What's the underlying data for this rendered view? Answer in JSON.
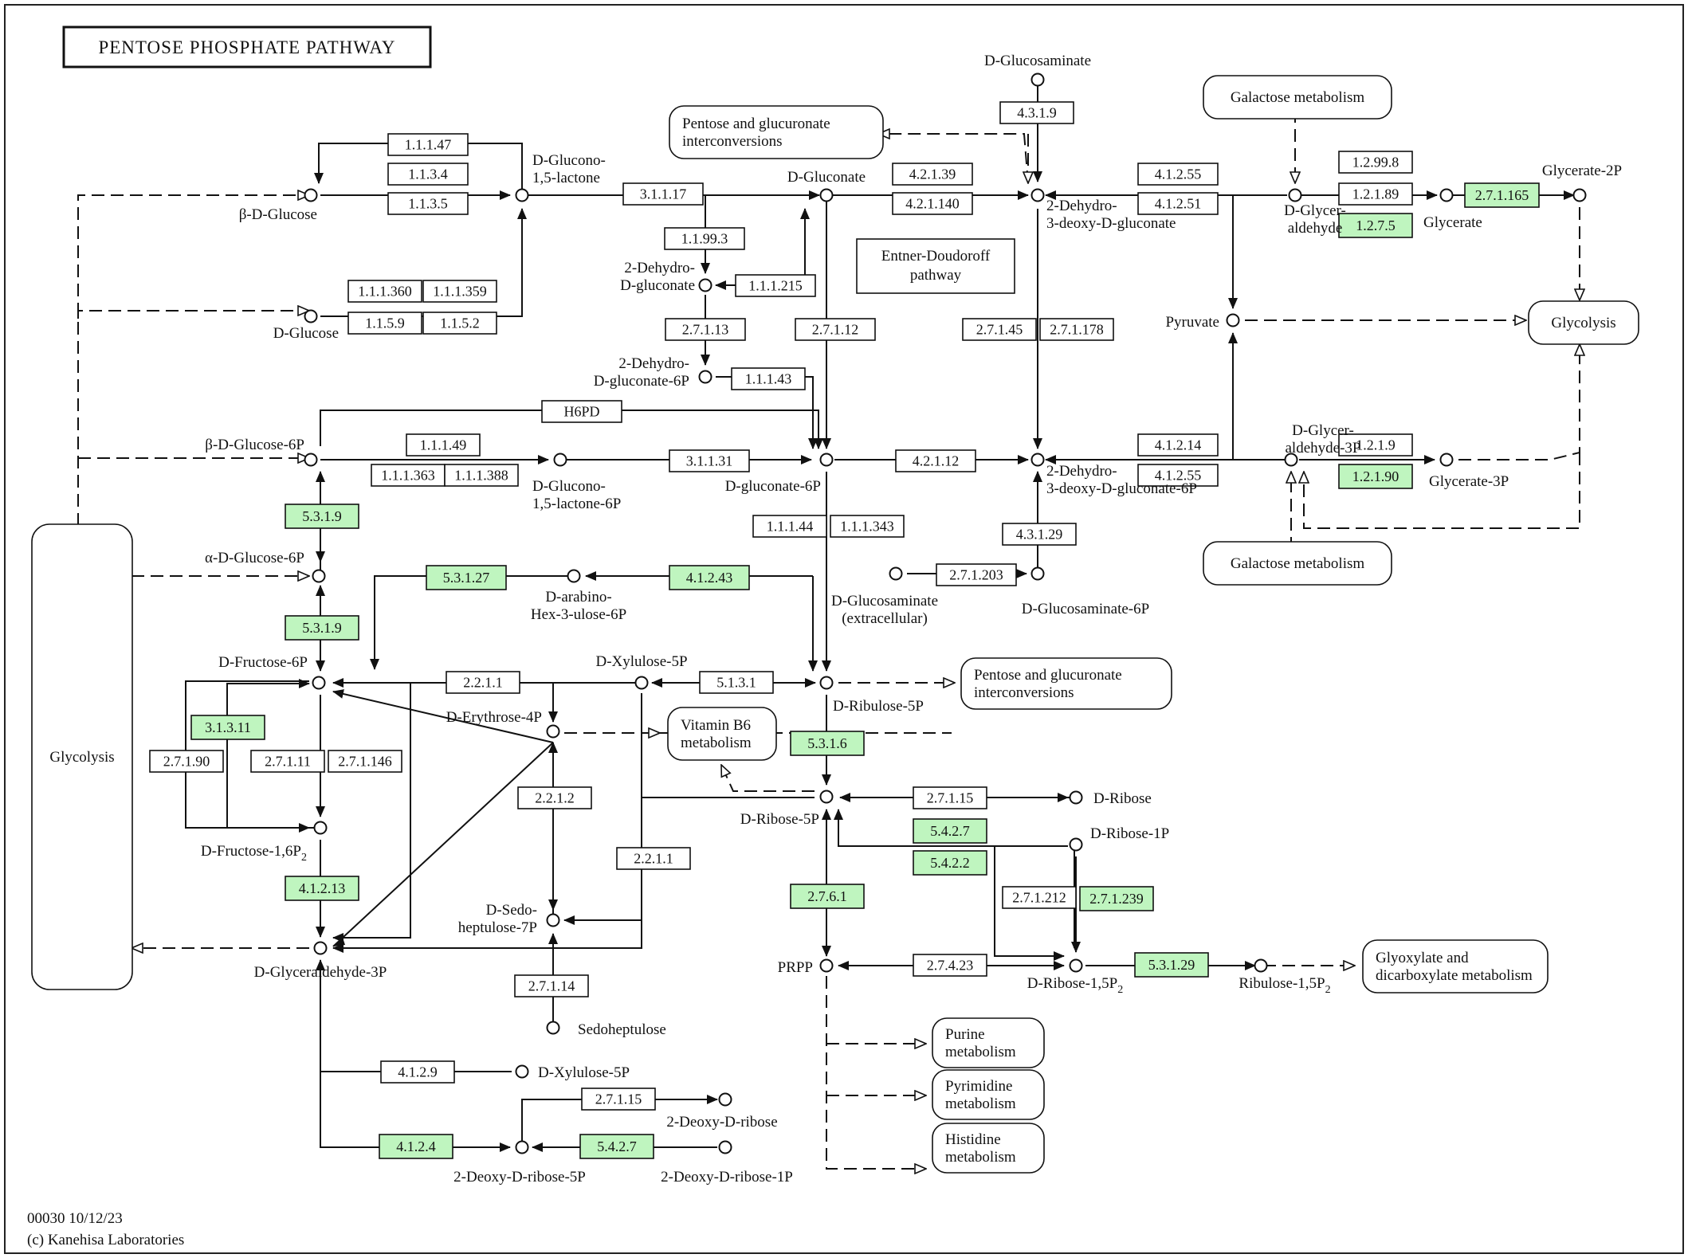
{
  "title": "PENTOSE PHOSPHATE PATHWAY",
  "footer": {
    "code": "00030 10/12/23",
    "copyright": "(c) Kanehisa Laboratories"
  },
  "colors": {
    "highlight": "#bff5bf",
    "plain": "#ffffff",
    "line": "#111111"
  },
  "compounds": [
    {
      "id": "bglc",
      "label": "β-D-Glucose"
    },
    {
      "id": "gln15",
      "label": "D-Glucono-\n1,5-lactone"
    },
    {
      "id": "glcn",
      "label": "D-Gluconate"
    },
    {
      "id": "glcsm",
      "label": "D-Glucosaminate"
    },
    {
      "id": "kdg",
      "label": "2-Dehydro-\n3-deoxy-D-gluconate"
    },
    {
      "id": "glyald",
      "label": "D-Glycer-\naldehyde"
    },
    {
      "id": "glyc",
      "label": "Glycerate"
    },
    {
      "id": "glyc2p",
      "label": "Glycerate-2P"
    },
    {
      "id": "dglc",
      "label": "D-Glucose"
    },
    {
      "id": "dhg",
      "label": "2-Dehydro-\nD-gluconate"
    },
    {
      "id": "dhg6p",
      "label": "2-Dehydro-\nD-gluconate-6P"
    },
    {
      "id": "pyr",
      "label": "Pyruvate"
    },
    {
      "id": "bg6p",
      "label": "β-D-Glucose-6P"
    },
    {
      "id": "gln6p",
      "label": "D-Glucono-\n1,5-lactone-6P"
    },
    {
      "id": "g6p",
      "label": "D-gluconate-6P"
    },
    {
      "id": "kdpg",
      "label": "2-Dehydro-\n3-deoxy-D-gluconate-6P"
    },
    {
      "id": "ga3p_r",
      "label": "D-Glycer-\naldehyde-3P"
    },
    {
      "id": "glyc3p",
      "label": "Glycerate-3P"
    },
    {
      "id": "ag6p",
      "label": "α-D-Glucose-6P"
    },
    {
      "id": "arab",
      "label": "D-arabino-\nHex-3-ulose-6P"
    },
    {
      "id": "glcsm_ex",
      "label": "D-Glucosaminate\n(extracellular)"
    },
    {
      "id": "glcsm6p",
      "label": "D-Glucosaminate-6P"
    },
    {
      "id": "f6p",
      "label": "D-Fructose-6P"
    },
    {
      "id": "x5p",
      "label": "D-Xylulose-5P"
    },
    {
      "id": "e4p",
      "label": "D-Erythrose-4P"
    },
    {
      "id": "ru5p",
      "label": "D-Ribulose-5P"
    },
    {
      "id": "r5p",
      "label": "D-Ribose-5P"
    },
    {
      "id": "rib",
      "label": "D-Ribose"
    },
    {
      "id": "r1p",
      "label": "D-Ribose-1P"
    },
    {
      "id": "fbp",
      "label": "D-Fructose-1,6P"
    },
    {
      "id": "s7p",
      "label": "D-Sedo-\nheptulose-7P"
    },
    {
      "id": "ga3p",
      "label": "D-Glyceraldehyde-3P"
    },
    {
      "id": "prpp",
      "label": "PRPP"
    },
    {
      "id": "rbp",
      "label": "D-Ribose-1,5P"
    },
    {
      "id": "rubp",
      "label": "Ribulose-1,5P"
    },
    {
      "id": "sedo",
      "label": "Sedoheptulose"
    },
    {
      "id": "x5p_b",
      "label": "D-Xylulose-5P"
    },
    {
      "id": "ddr",
      "label": "2-Deoxy-D-ribose"
    },
    {
      "id": "ddr5p",
      "label": "2-Deoxy-D-ribose-5P"
    },
    {
      "id": "ddr1p",
      "label": "2-Deoxy-D-ribose-1P"
    }
  ],
  "subscripts": {
    "fbp": "2",
    "rbp": "2",
    "rubp": "2"
  },
  "maps": [
    {
      "id": "pgi_top",
      "label": "Pentose and glucuronate\ninterconversions"
    },
    {
      "id": "gal_top",
      "label": "Galactose metabolism"
    },
    {
      "id": "glycolysis_right",
      "label": "Glycolysis"
    },
    {
      "id": "gal_bottom",
      "label": "Galactose metabolism"
    },
    {
      "id": "pgi_mid",
      "label": "Pentose and glucuronate\ninterconversions"
    },
    {
      "id": "vitb6",
      "label": "Vitamin B6\nmetabolism"
    },
    {
      "id": "glyox",
      "label": "Glyoxylate and\ndicarboxylate metabolism"
    },
    {
      "id": "purine",
      "label": "Purine\nmetabolism"
    },
    {
      "id": "pyrimidine",
      "label": "Pyrimidine\nmetabolism"
    },
    {
      "id": "histidine",
      "label": "Histidine\nmetabolism"
    },
    {
      "id": "glycolysis_left",
      "label": "Glycolysis"
    }
  ],
  "pathway_label": "Entner-Doudoroff\npathway",
  "enzymes": [
    {
      "ec": "1.1.1.47",
      "hl": false
    },
    {
      "ec": "1.1.3.4",
      "hl": false
    },
    {
      "ec": "1.1.3.5",
      "hl": false
    },
    {
      "ec": "3.1.1.17",
      "hl": false
    },
    {
      "ec": "4.2.1.39",
      "hl": false
    },
    {
      "ec": "4.2.1.140",
      "hl": false
    },
    {
      "ec": "4.3.1.9",
      "hl": false
    },
    {
      "ec": "4.1.2.55",
      "hl": false
    },
    {
      "ec": "4.1.2.51",
      "hl": false
    },
    {
      "ec": "1.2.99.8",
      "hl": false
    },
    {
      "ec": "1.2.1.89",
      "hl": false
    },
    {
      "ec": "1.2.7.5",
      "hl": true
    },
    {
      "ec": "2.7.1.165",
      "hl": true
    },
    {
      "ec": "1.1.99.3",
      "hl": false
    },
    {
      "ec": "1.1.1.215",
      "hl": false
    },
    {
      "ec": "1.1.1.360",
      "hl": false
    },
    {
      "ec": "1.1.1.359",
      "hl": false
    },
    {
      "ec": "1.1.5.9",
      "hl": false
    },
    {
      "ec": "1.1.5.2",
      "hl": false
    },
    {
      "ec": "2.7.1.13",
      "hl": false
    },
    {
      "ec": "2.7.1.12",
      "hl": false
    },
    {
      "ec": "2.7.1.45",
      "hl": false
    },
    {
      "ec": "2.7.1.178",
      "hl": false
    },
    {
      "ec": "1.1.1.43",
      "hl": false
    },
    {
      "ec": "H6PD",
      "hl": false
    },
    {
      "ec": "1.1.1.49",
      "hl": false
    },
    {
      "ec": "1.1.1.363",
      "hl": false
    },
    {
      "ec": "1.1.1.388",
      "hl": false
    },
    {
      "ec": "3.1.1.31",
      "hl": false
    },
    {
      "ec": "4.2.1.12",
      "hl": false
    },
    {
      "ec": "4.1.2.14",
      "hl": false
    },
    {
      "ec": "4.1.2.55",
      "hl": false
    },
    {
      "ec": "1.2.1.9",
      "hl": false
    },
    {
      "ec": "1.2.1.90",
      "hl": true
    },
    {
      "ec": "5.3.1.9",
      "hl": true
    },
    {
      "ec": "1.1.1.44",
      "hl": false
    },
    {
      "ec": "1.1.1.343",
      "hl": false
    },
    {
      "ec": "4.3.1.29",
      "hl": false
    },
    {
      "ec": "2.7.1.203",
      "hl": false
    },
    {
      "ec": "5.3.1.27",
      "hl": true
    },
    {
      "ec": "4.1.2.43",
      "hl": true
    },
    {
      "ec": "5.3.1.9",
      "hl": true
    },
    {
      "ec": "2.2.1.1",
      "hl": false
    },
    {
      "ec": "5.1.3.1",
      "hl": false
    },
    {
      "ec": "3.1.3.11",
      "hl": true
    },
    {
      "ec": "2.7.1.90",
      "hl": false
    },
    {
      "ec": "2.7.1.11",
      "hl": false
    },
    {
      "ec": "2.7.1.146",
      "hl": false
    },
    {
      "ec": "5.3.1.6",
      "hl": true
    },
    {
      "ec": "2.7.1.15",
      "hl": false
    },
    {
      "ec": "2.2.1.2",
      "hl": false
    },
    {
      "ec": "5.4.2.7",
      "hl": true
    },
    {
      "ec": "5.4.2.2",
      "hl": true
    },
    {
      "ec": "2.2.1.1",
      "hl": false
    },
    {
      "ec": "4.1.2.13",
      "hl": true
    },
    {
      "ec": "2.7.6.1",
      "hl": true
    },
    {
      "ec": "2.7.1.212",
      "hl": false
    },
    {
      "ec": "2.7.1.239",
      "hl": true
    },
    {
      "ec": "2.7.4.23",
      "hl": false
    },
    {
      "ec": "5.3.1.29",
      "hl": true
    },
    {
      "ec": "2.7.1.14",
      "hl": false
    },
    {
      "ec": "4.1.2.9",
      "hl": false
    },
    {
      "ec": "2.7.1.15",
      "hl": false
    },
    {
      "ec": "4.1.2.4",
      "hl": true
    },
    {
      "ec": "5.4.2.7",
      "hl": true
    }
  ]
}
